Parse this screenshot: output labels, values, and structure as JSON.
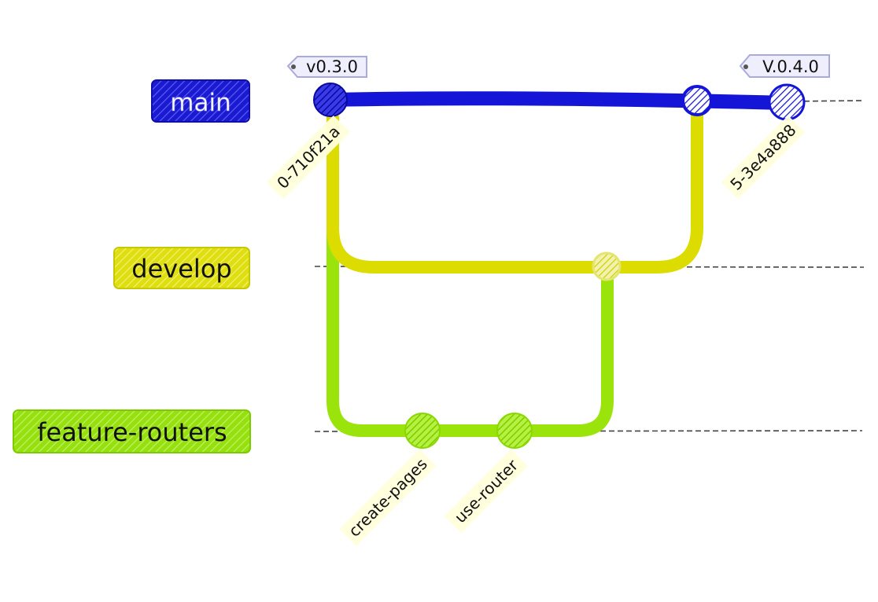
{
  "branches": {
    "main": {
      "label": "main",
      "color": "#1515d8"
    },
    "develop": {
      "label": "develop",
      "color": "#dcdc00"
    },
    "feature": {
      "label": "feature-routers",
      "color": "#9be40b"
    }
  },
  "tags": {
    "first": "v0.3.0",
    "second": "V.0.4.0"
  },
  "commits": {
    "main_first": "0-710f21a",
    "main_last": "5-3e4a888",
    "feature_first": "create-pages",
    "feature_second": "use-router"
  },
  "colors": {
    "tag_bg": "#eeeefc",
    "tag_border": "#aaaadd",
    "commit_label_bg": "#ffffdc",
    "lane_line": "#444444"
  }
}
